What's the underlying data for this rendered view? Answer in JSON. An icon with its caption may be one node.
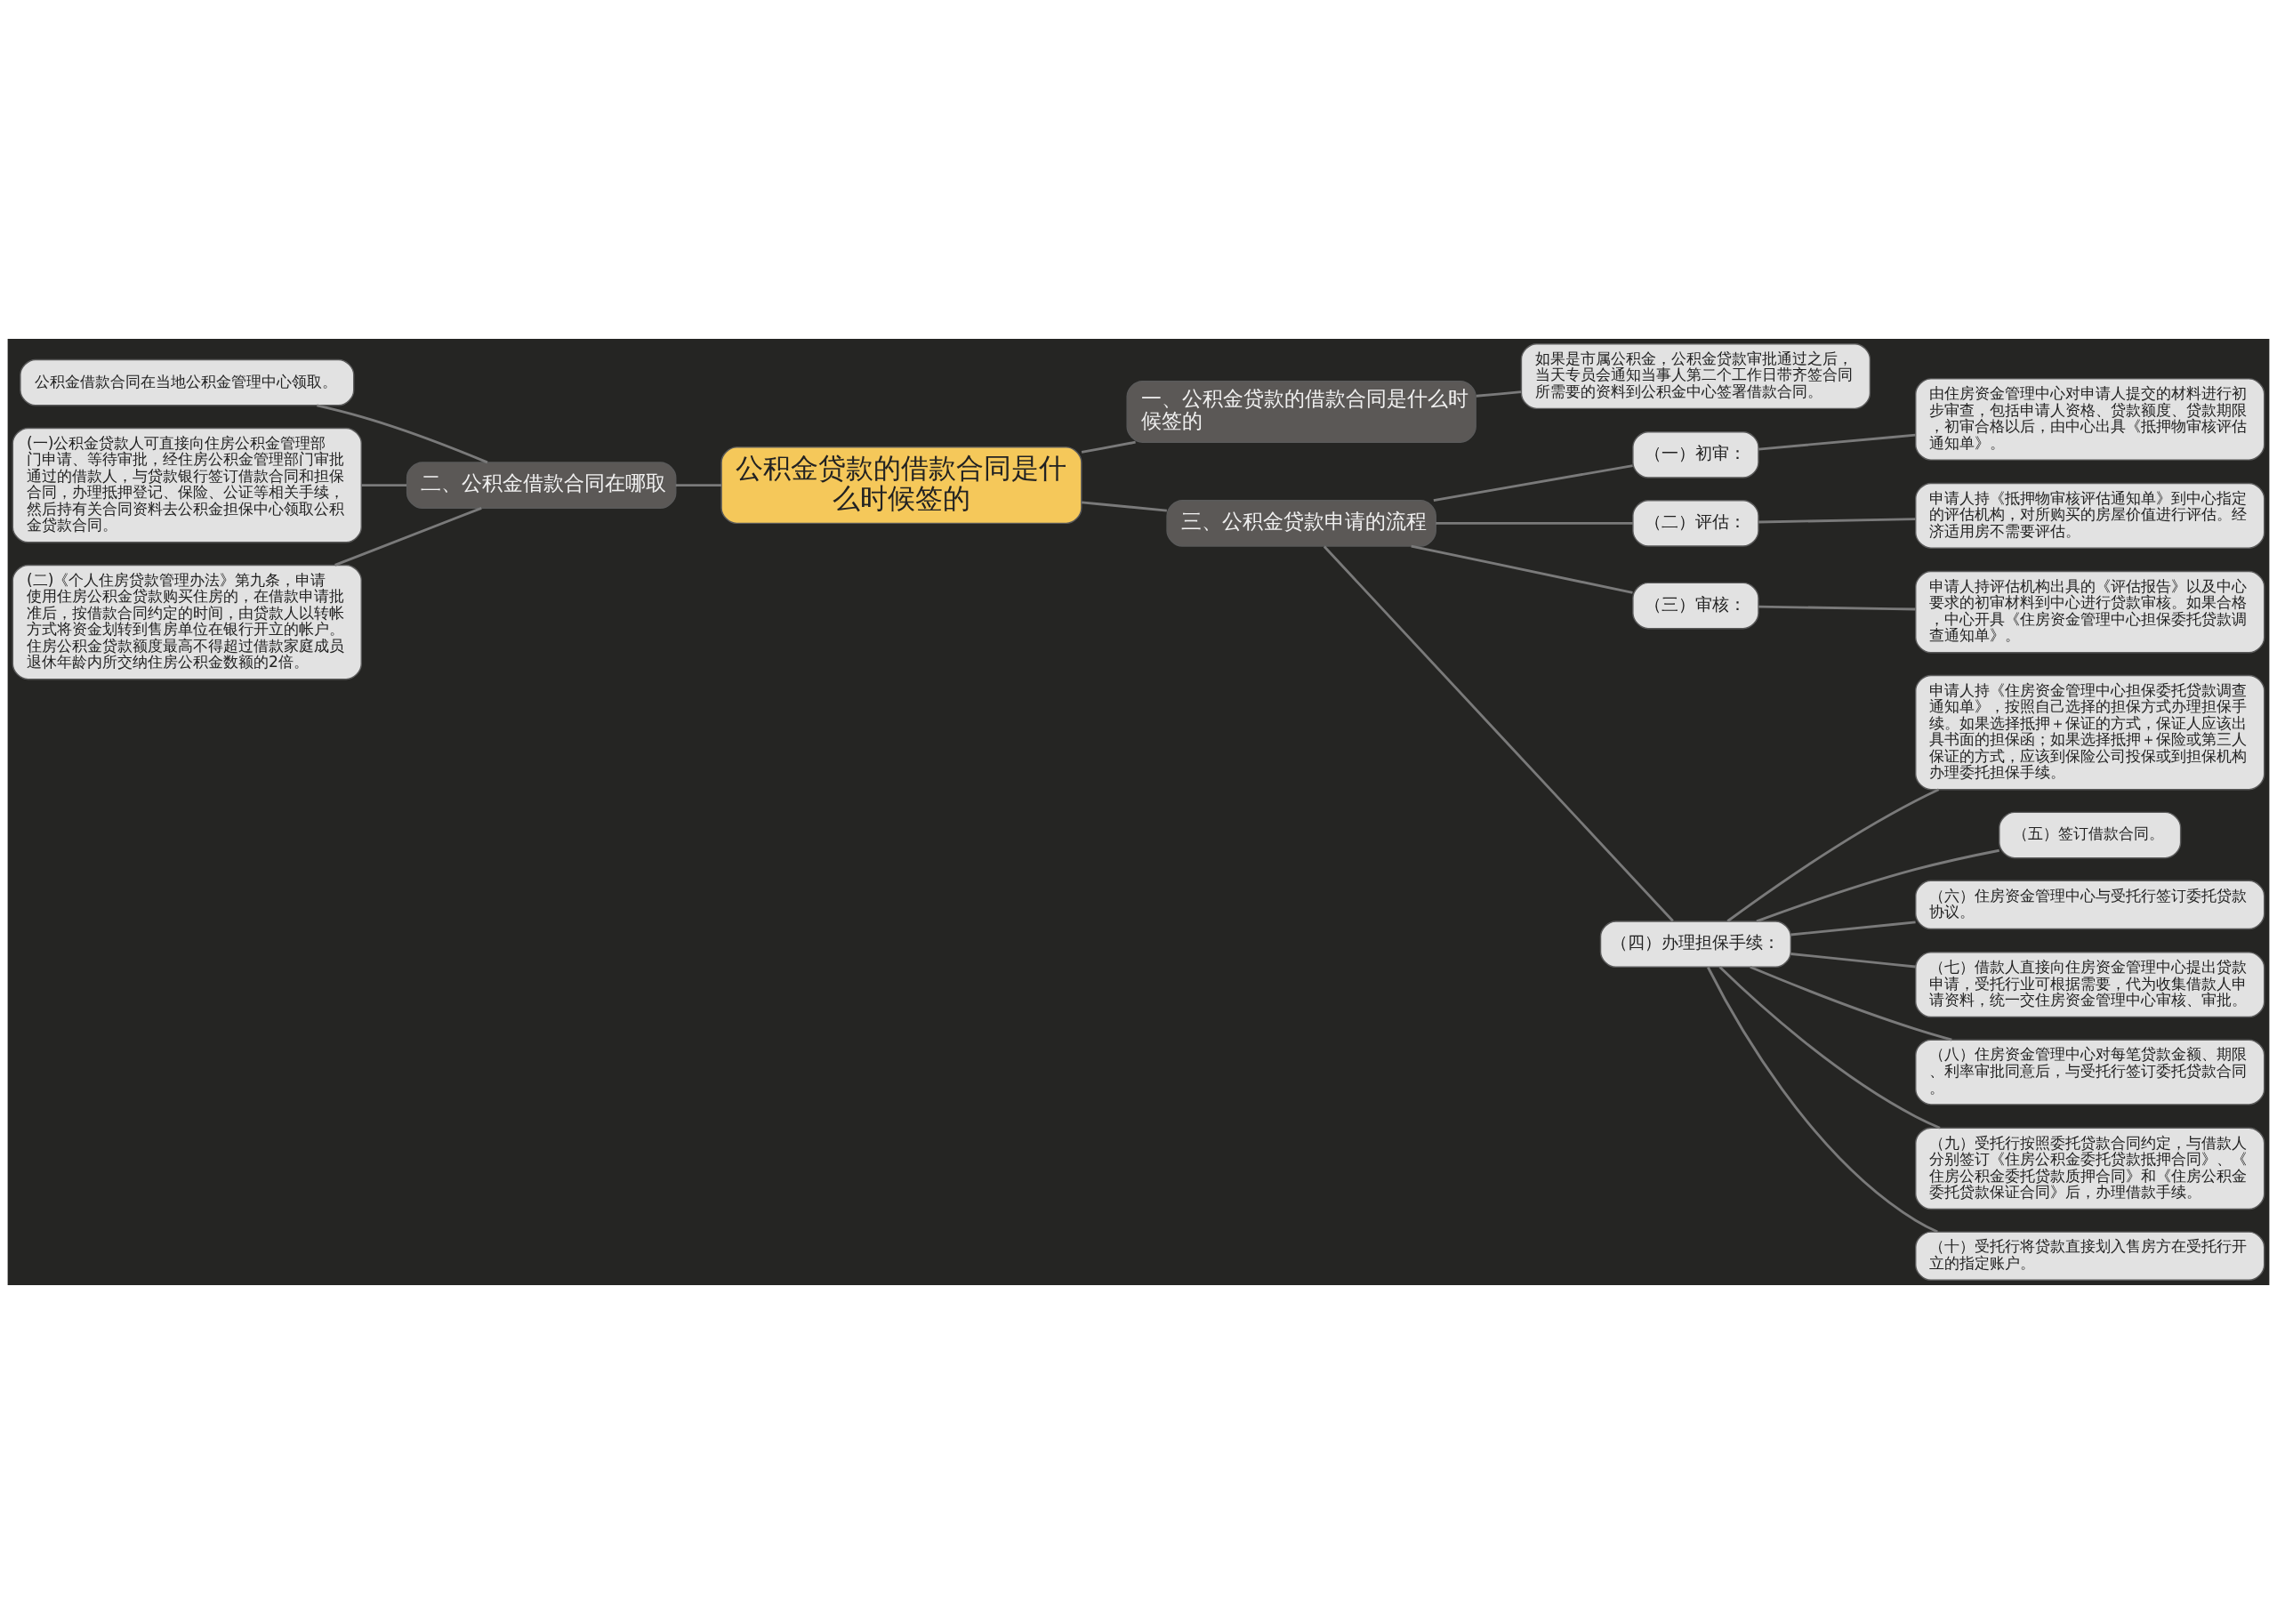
{
  "diagram": {
    "nodes": [
      {
        "text": [
          "公积金贷款的借款合同是什么时候签的"
        ]
      },
      {
        "text": [
          "二、公积金借款合同在哪取"
        ]
      },
      {
        "text": [
          "公积金借款合同在当地公积金管理中心领取。"
        ]
      },
      {
        "text": [
          "(一)公积金贷款人可直接向住房公积金管理部门申请、等待审批，经住房公积金管理部门审批通过的借款人，与贷款银行签订借款合同和担保合同，办理抵押登记、保险、公证等相关手续，然后持有关合同资料去公积金担保中心领取公积金贷款合同。"
        ]
      },
      {
        "text": [
          "(二)《个人住房贷款管理办法》第九条，申请使用住房公积金贷款购买住房的，在借款申请批准后，按借款合同约定的时间，由贷款人以转帐方式将资金划转到售房单位在银行开立的帐户。住房公积金贷款额度最高不得超过借款家庭成员退休年龄内所交纳住房公积金数额的2倍。"
        ]
      },
      {
        "text": [
          "一、公积金贷款的借款合同是什么时候签的"
        ]
      },
      {
        "text": [
          "如果是市属公积金，公积金贷款审批通过之后，当天专员会通知当事人第二个工作日带齐签合同所需要的资料到公积金中心签署借款合同。"
        ]
      },
      {
        "text": [
          "三、公积金贷款申请的流程"
        ]
      },
      {
        "text": [
          "（一）初审："
        ]
      },
      {
        "text": [
          "由住房资金管理中心对申请人提交的材料进行初步审查，包括申请人资格、贷款额度、贷款期限，初审合格以后，由中心出具《抵押物审核评估通知单》。"
        ]
      },
      {
        "text": [
          "（二）评估："
        ]
      },
      {
        "text": [
          "申请人持《抵押物审核评估通知单》到中心指定的评估机构，对所购买的房屋价值进行评估。经济适用房不需要评估。"
        ]
      },
      {
        "text": [
          "（三）审核："
        ]
      },
      {
        "text": [
          "申请人持评估机构出具的《评估报告》以及中心要求的初审材料到中心进行贷款审核。如果合格，中心开具《住房资金管理中心担保委托贷款调查通知单》。"
        ]
      },
      {
        "text": [
          "（四）办理担保手续："
        ]
      },
      {
        "text": [
          "申请人持《住房资金管理中心担保委托贷款调查通知单》，按照自己选择的担保方式办理担保手续。如果选择抵押＋保证的方式，保证人应该出具书面的担保函；如果选择抵押＋保险或第三人保证的方式，应该到保险公司投保或到担保机构办理委托担保手续。"
        ]
      },
      {
        "text": [
          "（五）签订借款合同。"
        ]
      },
      {
        "text": [
          "（六）住房资金管理中心与受托行签订委托贷款协议。"
        ]
      },
      {
        "text": [
          "（七）借款人直接向住房资金管理中心提出贷款申请，受托行业可根据需要，代为收集借款人申请资料，统一交住房资金管理中心审核、审批。"
        ]
      },
      {
        "text": [
          "（八）住房资金管理中心对每笔贷款金额、期限、利率审批同意后，与受托行签订委托贷款合同。"
        ]
      },
      {
        "text": [
          "（九）受托行按照委托贷款合同约定，与借款人分别签订《住房公积金委托贷款抵押合同》、《住房公积金委托贷款质押合同》和《住房公积金委托贷款保证合同》后，办理借款手续。"
        ]
      },
      {
        "text": [
          "（十）受托行将贷款直接划入售房方在受托行开立的指定账户。"
        ]
      }
    ],
    "edges": [
      {
        "from": 0,
        "to": 1,
        "arrow": "none"
      },
      {
        "from": 1,
        "to": 2,
        "arrow": "none"
      },
      {
        "from": 1,
        "to": 3,
        "arrow": "none"
      },
      {
        "from": 1,
        "to": 4,
        "arrow": "none"
      },
      {
        "from": 0,
        "to": 5,
        "arrow": "none"
      },
      {
        "from": 5,
        "to": 6,
        "arrow": "none"
      },
      {
        "from": 0,
        "to": 7,
        "arrow": "none"
      },
      {
        "from": 7,
        "to": 8,
        "arrow": "none"
      },
      {
        "from": 8,
        "to": 9,
        "arrow": "none"
      },
      {
        "from": 7,
        "to": 10,
        "arrow": "none"
      },
      {
        "from": 10,
        "to": 11,
        "arrow": "none"
      },
      {
        "from": 7,
        "to": 12,
        "arrow": "none"
      },
      {
        "from": 12,
        "to": 13,
        "arrow": "none"
      },
      {
        "from": 7,
        "to": 14,
        "arrow": "none"
      },
      {
        "from": 14,
        "to": 15,
        "arrow": "none"
      },
      {
        "from": 14,
        "to": 16,
        "arrow": "none"
      },
      {
        "from": 14,
        "to": 17,
        "arrow": "none"
      },
      {
        "from": 14,
        "to": 18,
        "arrow": "none"
      },
      {
        "from": 14,
        "to": 19,
        "arrow": "none"
      },
      {
        "from": 14,
        "to": 20,
        "arrow": "none"
      },
      {
        "from": 14,
        "to": 21,
        "arrow": "none"
      }
    ]
  }
}
